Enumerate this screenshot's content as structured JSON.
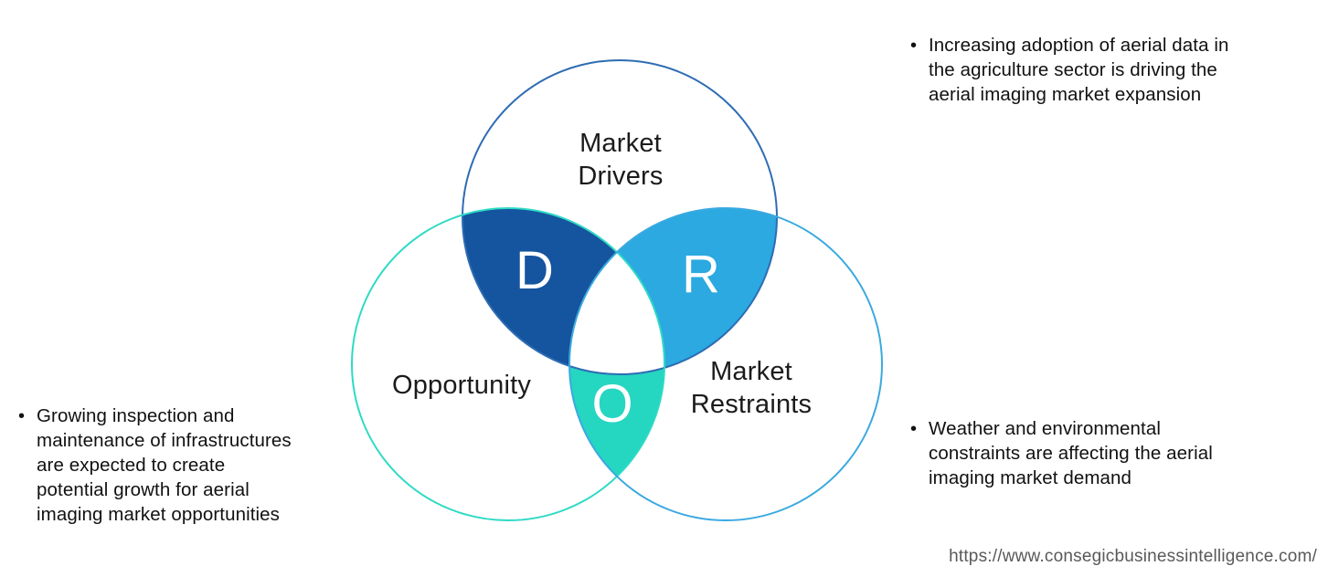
{
  "diagram": {
    "drivers": {
      "label_lines": [
        "Market",
        "Drivers"
      ],
      "letter": "D",
      "lens_fill": "#15549E",
      "circle_stroke": "#2E6CB3"
    },
    "opportunity": {
      "label": "Opportunity",
      "letter": "O",
      "lens_fill": "#25D6C1",
      "circle_stroke": "#2EDAC5"
    },
    "restraints": {
      "label_lines": [
        "Market",
        "Restraints"
      ],
      "letter": "R",
      "lens_fill": "#2BA9E0",
      "circle_stroke": "#3AA9E0"
    },
    "center_fill": "#FFFFFF"
  },
  "bullets": {
    "marker": "•",
    "drivers_lines": [
      "Increasing adoption of aerial data in",
      "the agriculture sector is driving the",
      "aerial imaging market expansion"
    ],
    "opportunity_lines": [
      "Growing inspection and",
      "maintenance of infrastructures",
      "are expected to create",
      "potential growth for aerial",
      "imaging market opportunities"
    ],
    "restraints_lines": [
      "Weather and environmental",
      "constraints are affecting the aerial",
      "imaging market demand"
    ]
  },
  "footer": {
    "source_url": "https://www.consegicbusinessintelligence.com/"
  }
}
